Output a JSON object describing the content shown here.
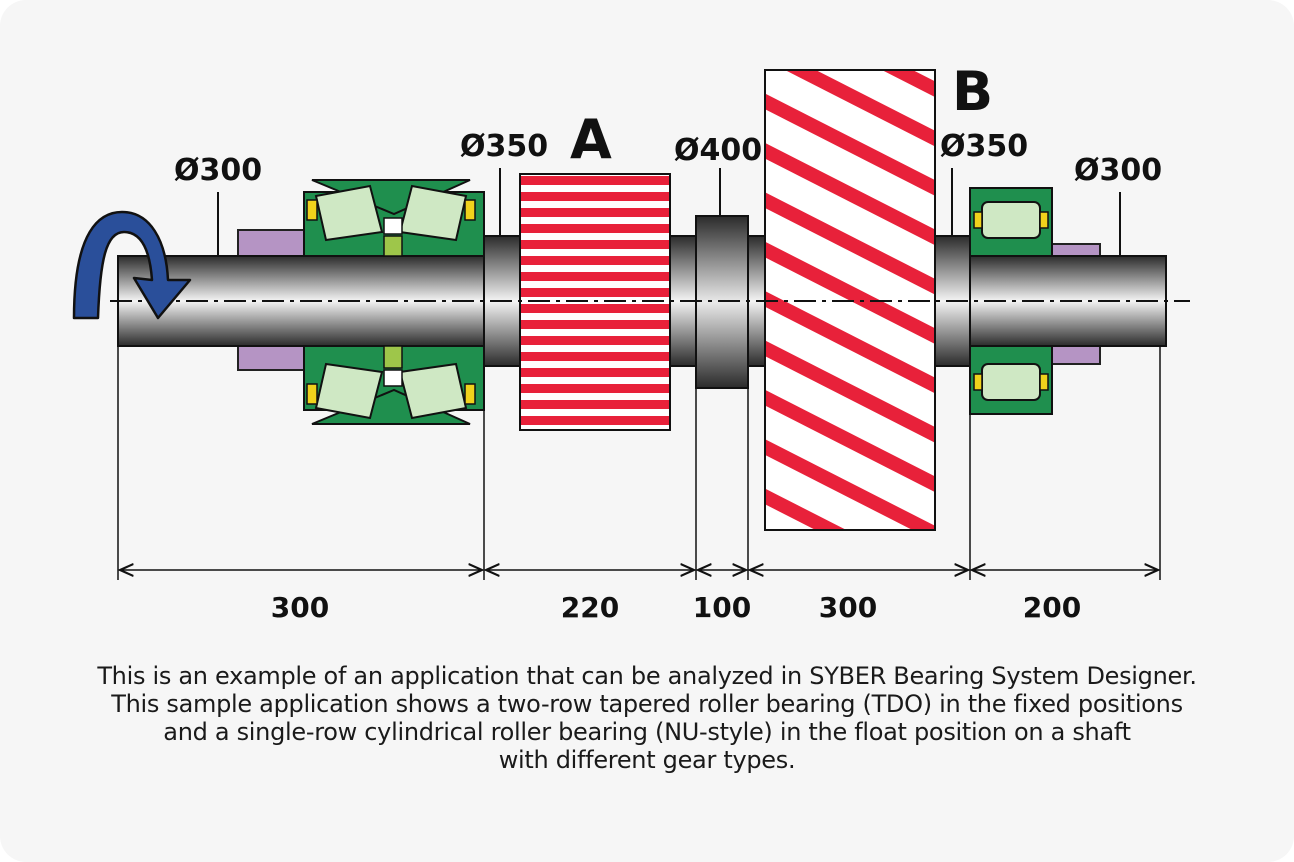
{
  "diagram": {
    "labels": {
      "gear_a": "A",
      "gear_b": "B"
    },
    "diameters": {
      "left_shaft": "Ø300",
      "left_shoulder": "Ø350",
      "collar": "Ø400",
      "right_shoulder": "Ø350",
      "right_shaft": "Ø300"
    },
    "lengths": [
      "300",
      "220",
      "100",
      "300",
      "200"
    ],
    "colors": {
      "bearing_green": "#1f8f4e",
      "roller": "#cfe8c4",
      "cage_yellow": "#f0d21c",
      "sleeve_purple": "#b594c4",
      "gear_red": "#e8213a",
      "arrow_blue": "#2a4f9a",
      "shaft_dark": "#2a2a2a"
    },
    "icons": {
      "rotation": "curved-rotation-arrow-icon"
    }
  },
  "caption": {
    "lines": [
      "This is an example of an application that can be analyzed in SYBER Bearing System Designer.",
      "This sample application shows a two-row tapered roller bearing (TDO) in the fixed positions",
      "and a single-row cylindrical roller bearing (NU-style) in the float position on a shaft",
      "with different gear types."
    ]
  }
}
